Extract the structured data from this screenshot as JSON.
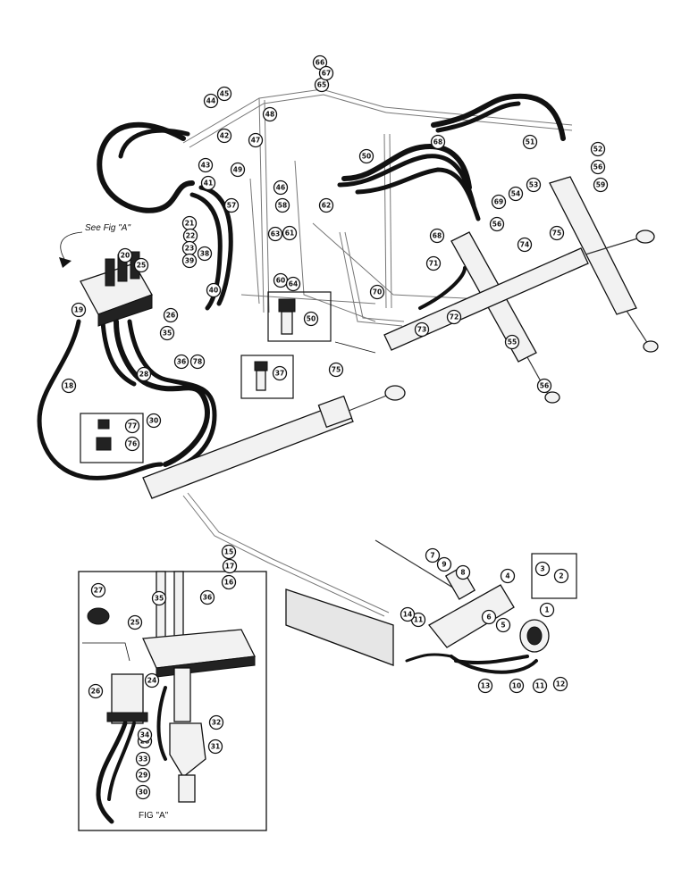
{
  "see_label": "See Fig \"A\"",
  "figure_caption": "FIG \"A\"",
  "callout_numbers": [
    "1",
    "2",
    "3",
    "4",
    "5",
    "6",
    "7",
    "8",
    "9",
    "10",
    "11",
    "12",
    "13",
    "14",
    "15",
    "16",
    "17",
    "18",
    "19",
    "20",
    "21",
    "22",
    "23",
    "24",
    "25",
    "26",
    "27",
    "28",
    "29",
    "30",
    "31",
    "32",
    "33",
    "34",
    "35",
    "36",
    "37",
    "38",
    "39",
    "40",
    "41",
    "42",
    "43",
    "44",
    "45",
    "46",
    "47",
    "48",
    "49",
    "50",
    "51",
    "52",
    "53",
    "54",
    "55",
    "56",
    "57",
    "58",
    "59",
    "60",
    "61",
    "62",
    "63",
    "64",
    "65",
    "66",
    "67",
    "68",
    "69",
    "70",
    "71",
    "72",
    "73",
    "74",
    "75",
    "76",
    "77",
    "78"
  ]
}
